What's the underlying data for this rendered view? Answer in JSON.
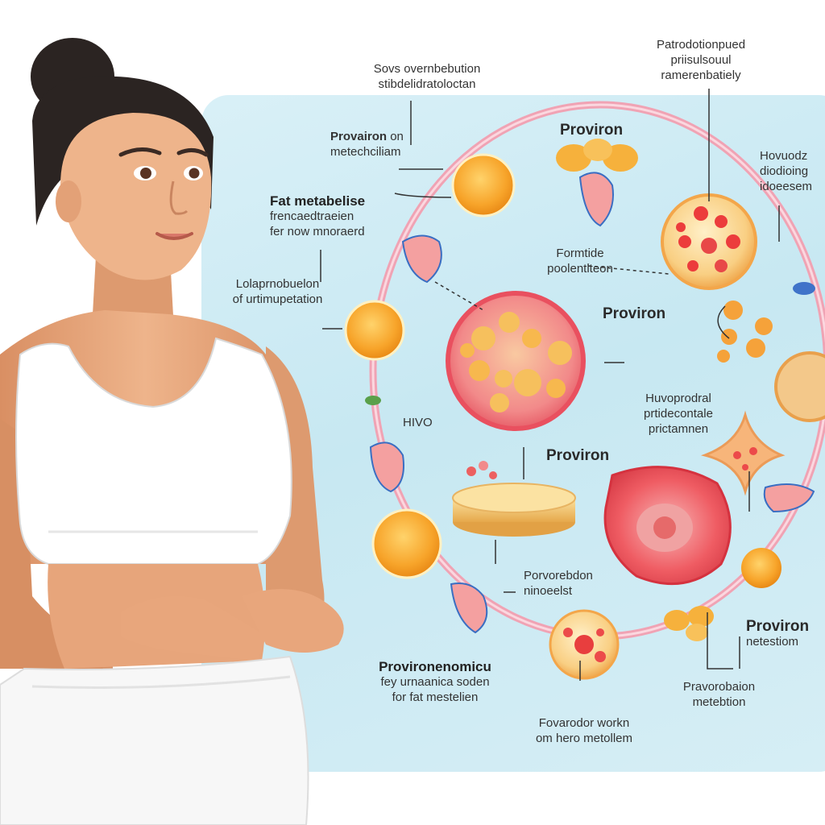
{
  "labels": {
    "top_center": [
      "Sovs overnbebution",
      "stibdelidratoloctan"
    ],
    "top_right": [
      "Patrodotionpued",
      "priisulsouul",
      "ramerenbatiely"
    ],
    "proviron_on": [
      "Provairon",
      "on",
      "metechciliam"
    ],
    "proviron_top": "Proviron",
    "right_edge": [
      "Hovuodz",
      "diodioing",
      "idoeesem"
    ],
    "fat_metabolise": [
      "Fat metabelise",
      "frencaedtraeien",
      "fer now mnoraerd"
    ],
    "formtide": [
      "Formtide",
      "poolentlteon"
    ],
    "lolaprno": [
      "Lolaprnobuelon",
      "of urtimupetation"
    ],
    "proviron_mid": "Proviron",
    "hivo": "HIVO",
    "huvoprodral": [
      "Huvoprodral",
      "prtidecontale",
      "prictamnen"
    ],
    "proviron_center": "Proviron",
    "porvorebdon": [
      "Porvorebdon",
      "ninoeelst"
    ],
    "proviron_right": [
      "Proviron",
      "netestiom"
    ],
    "provironomicu": [
      "Provironenomicu",
      "fey urnaanica soden",
      "for fat mestelien"
    ],
    "pravorobaion": [
      "Pravorobaion",
      "metebtion"
    ],
    "fovarodor": [
      "Fovarodor workn",
      "om hero metollem"
    ]
  },
  "colors": {
    "panel": "#cfeaf3",
    "cycle_ring": "#f0a3b4",
    "fat_cell": "#f7b23b",
    "red_cell": "#e8505b",
    "skin": "#e7a57b",
    "top": "#ffffff",
    "hair": "#2b2422"
  }
}
